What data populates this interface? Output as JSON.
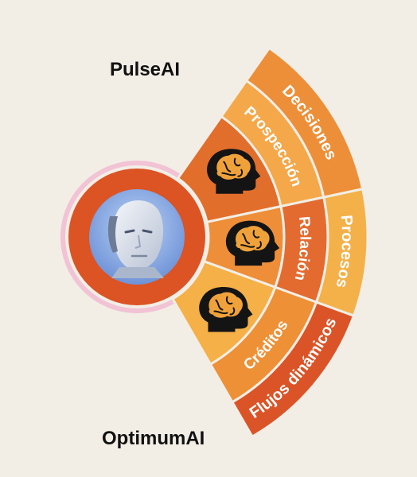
{
  "brands": {
    "top": "PulseAI",
    "bottom": "OptimumAI"
  },
  "segments": [
    {
      "inner_label": "Prospección",
      "outer_label": "Decisiones",
      "icon": "brain-head-icon",
      "colors": {
        "wedge": "#e26e2c",
        "inner_band": "#f4a84a",
        "outer_band": "#ed8f38"
      }
    },
    {
      "inner_label": "Relación",
      "outer_label": "Procesos",
      "icon": "brain-head-icon",
      "colors": {
        "wedge": "#ef8e38",
        "inner_band": "#e46b30",
        "outer_band": "#f4b14a"
      }
    },
    {
      "inner_label": "Créditos",
      "outer_label": "Flujos dinámicos",
      "icon": "brain-head-icon",
      "colors": {
        "wedge": "#f5b047",
        "inner_band": "#ee9036",
        "outer_band": "#db5427"
      }
    }
  ],
  "center": {
    "avatar": "robot-face-avatar",
    "ring_color": "#dc5324"
  }
}
